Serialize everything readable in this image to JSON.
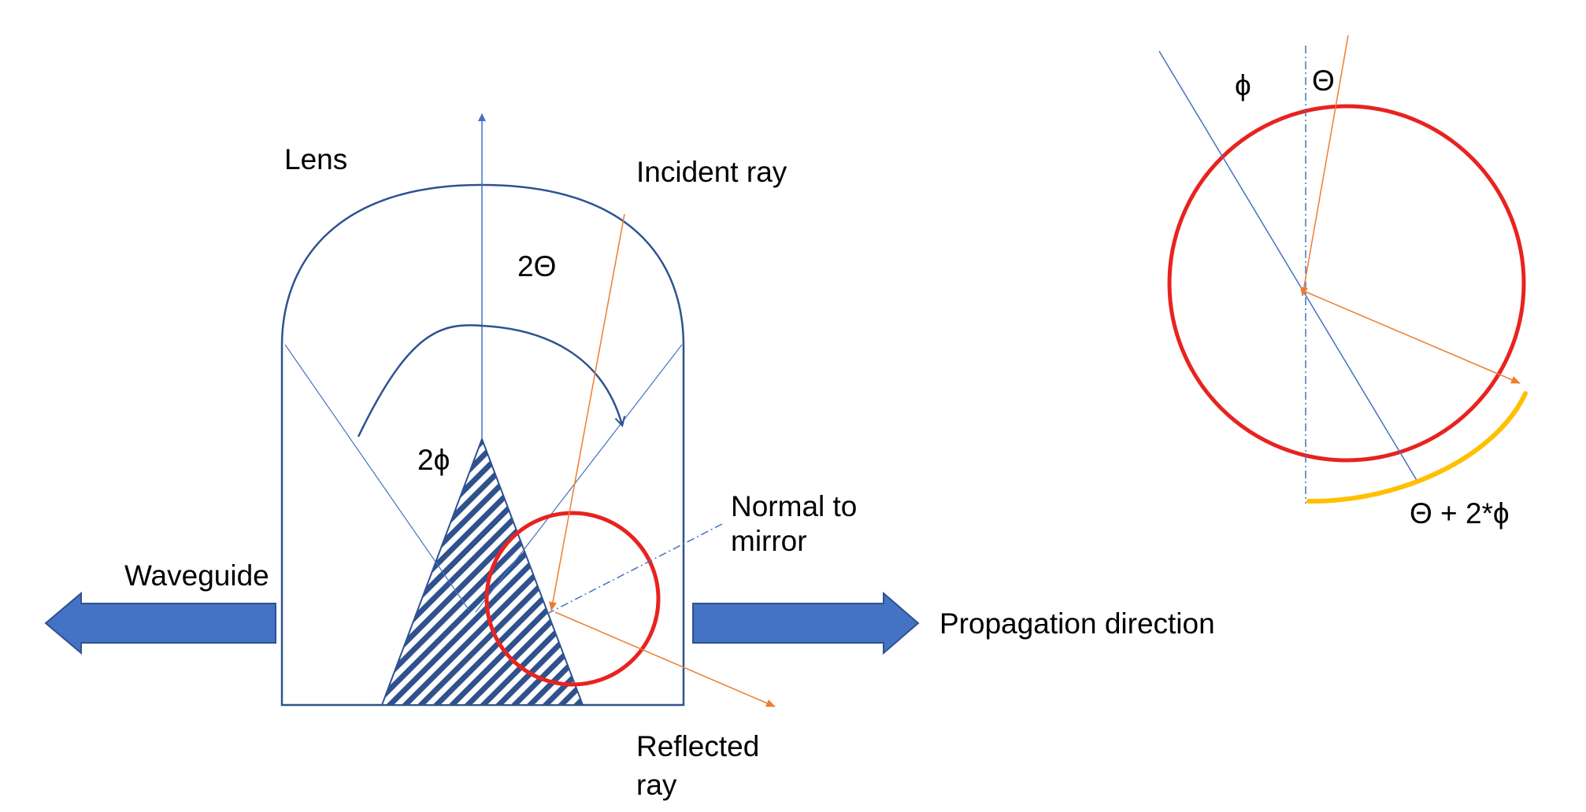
{
  "labels": {
    "lens": "Lens",
    "incident_ray": "Incident ray",
    "two_theta": "2Θ",
    "two_phi": "2ϕ",
    "normal_line1": "Normal to",
    "normal_line2": "mirror",
    "waveguide": "Waveguide",
    "propagation": "Propagation direction",
    "reflected_line1": "Reflected",
    "reflected_line2": "ray",
    "phi": "ϕ",
    "theta": "Θ",
    "sum_angle": "Θ + 2*ϕ"
  },
  "colors": {
    "arrow_fill": "#4472C4",
    "arrow_stroke": "#2F528F",
    "lens_outline": "#2F528F",
    "thin_line": "#4472C4",
    "circle": "#E8231F",
    "ray": "#ED7D31",
    "arc": "#FFC000",
    "text": "#000000"
  }
}
